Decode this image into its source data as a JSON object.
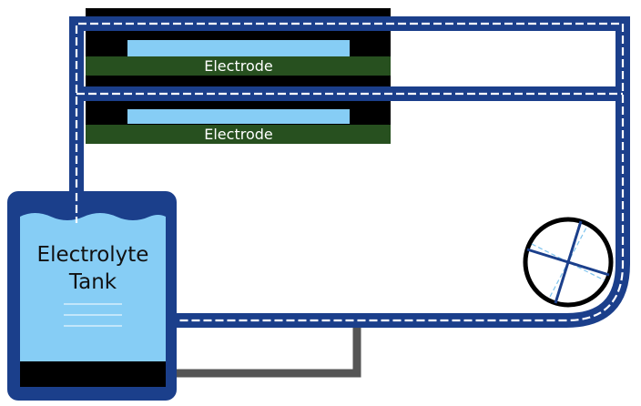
{
  "labels": {
    "electrode_top": "Electrode",
    "electrode_bottom": "Electrode",
    "tank_line1": "Electrolyte",
    "tank_line2": "Tank"
  },
  "colors": {
    "pipe": "#1b3f8b",
    "pipe_dash": "#ffffff",
    "electrode_green": "#27501f",
    "membrane_blue": "#86cdf5",
    "electrolyte_blue": "#86cdf5",
    "black": "#000000",
    "return_pipe": "#555555",
    "pump_dash": "#7fc4ee"
  },
  "icons": {
    "pump": "pump-wheel-icon"
  }
}
